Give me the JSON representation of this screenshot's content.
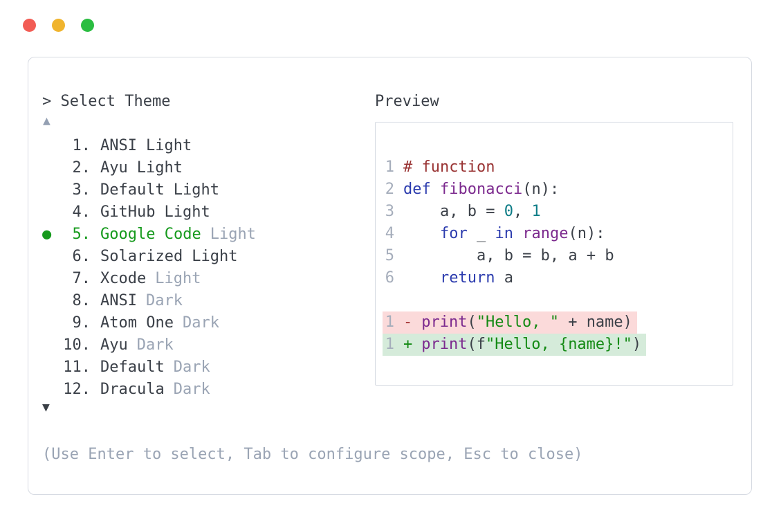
{
  "window": {
    "traffic_lights": {
      "close_color": "#f25c54",
      "minimize_color": "#f0b42e",
      "zoom_color": "#2abd41"
    }
  },
  "picker": {
    "prompt": ">",
    "title": "Select Theme",
    "scroll_up_icon": "▲",
    "scroll_down_icon": "▼",
    "selected_bullet": "●",
    "items": [
      {
        "num": "1.",
        "name": "ANSI",
        "variant": "Light",
        "selected": false
      },
      {
        "num": "2.",
        "name": "Ayu",
        "variant": "Light",
        "selected": false
      },
      {
        "num": "3.",
        "name": "Default",
        "variant": "Light",
        "selected": false
      },
      {
        "num": "4.",
        "name": "GitHub",
        "variant": "Light",
        "selected": false
      },
      {
        "num": "5.",
        "name": "Google Code",
        "variant": "Light",
        "selected": true
      },
      {
        "num": "6.",
        "name": "Solarized",
        "variant": "Light",
        "selected": false
      },
      {
        "num": "7.",
        "name": "Xcode",
        "variant": "Light",
        "selected": false
      },
      {
        "num": "8.",
        "name": "ANSI",
        "variant": "Dark",
        "selected": false
      },
      {
        "num": "9.",
        "name": "Atom One",
        "variant": "Dark",
        "selected": false
      },
      {
        "num": "10.",
        "name": "Ayu",
        "variant": "Dark",
        "selected": false
      },
      {
        "num": "11.",
        "name": "Default",
        "variant": "Dark",
        "selected": false
      },
      {
        "num": "12.",
        "name": "Dracula",
        "variant": "Dark",
        "selected": false
      }
    ],
    "hint": "(Use Enter to select, Tab to configure scope, Esc to close)",
    "colors": {
      "text": "#3b4048",
      "muted": "#9aa4b4",
      "selection_green": "#169a1d"
    }
  },
  "preview": {
    "label": "Preview",
    "palette": {
      "comment": "#993333",
      "keyword": "#2c3cae",
      "function": "#7c2a8e",
      "literal": "#0e7d87",
      "string": "#148a14",
      "plain": "#3b4048",
      "line_number": "#a5adbb",
      "diff_removed_bg": "#fbdada",
      "diff_added_bg": "#d5ebda",
      "diff_minus": "#a12f2f",
      "diff_plus": "#148a14"
    },
    "code_lines": [
      {
        "num": "1",
        "tokens": [
          [
            "comment",
            "# function"
          ]
        ]
      },
      {
        "num": "2",
        "tokens": [
          [
            "keyword",
            "def"
          ],
          [
            "plain",
            " "
          ],
          [
            "func",
            "fibonacci"
          ],
          [
            "plain",
            "(n):"
          ]
        ]
      },
      {
        "num": "3",
        "tokens": [
          [
            "plain",
            "    a, b = "
          ],
          [
            "literal",
            "0"
          ],
          [
            "plain",
            ", "
          ],
          [
            "literal",
            "1"
          ]
        ]
      },
      {
        "num": "4",
        "tokens": [
          [
            "plain",
            "    "
          ],
          [
            "keyword",
            "for"
          ],
          [
            "plain",
            " _ "
          ],
          [
            "keyword",
            "in"
          ],
          [
            "plain",
            " "
          ],
          [
            "func",
            "range"
          ],
          [
            "plain",
            "(n):"
          ]
        ]
      },
      {
        "num": "5",
        "tokens": [
          [
            "plain",
            "        a, b = b, a + b"
          ]
        ]
      },
      {
        "num": "6",
        "tokens": [
          [
            "plain",
            "    "
          ],
          [
            "keyword",
            "return"
          ],
          [
            "plain",
            " a"
          ]
        ]
      }
    ],
    "diff_lines": [
      {
        "num": "1",
        "sign": "-",
        "kind": "removed",
        "tokens": [
          [
            "func",
            "print"
          ],
          [
            "plain",
            "("
          ],
          [
            "string",
            "\"Hello, \""
          ],
          [
            "plain",
            " + name)"
          ]
        ]
      },
      {
        "num": "1",
        "sign": "+",
        "kind": "added",
        "tokens": [
          [
            "func",
            "print"
          ],
          [
            "plain",
            "(f"
          ],
          [
            "string",
            "\"Hello, {name}!\""
          ],
          [
            "plain",
            ")"
          ]
        ]
      }
    ]
  }
}
